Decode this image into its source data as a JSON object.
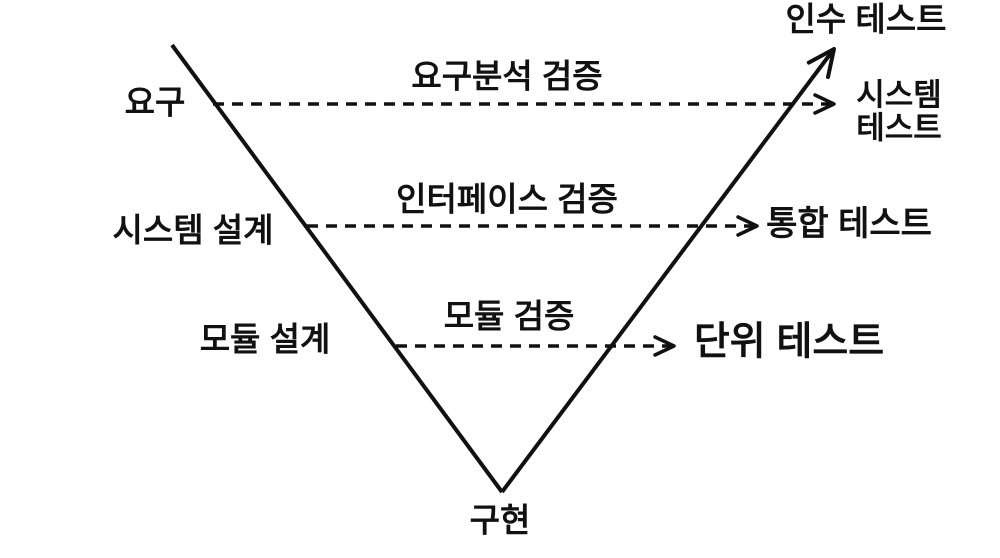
{
  "diagram": {
    "type": "v-model-testing",
    "colors": {
      "background": "#ffffff",
      "line": "#111111",
      "text": "#111111"
    },
    "left_stages": {
      "requirements": "요구",
      "system_design": "시스템 설계",
      "module_design": "모듈 설계"
    },
    "bottom_stage": {
      "implementation": "구현"
    },
    "verifications": {
      "requirements_analysis": "요구분석 검증",
      "interface": "인터페이스 검증",
      "module": "모듈 검증"
    },
    "test_stages": {
      "acceptance": "인수 테스트",
      "system_line1": "시스템",
      "system_line2": "테스트",
      "integration": "통합 테스트",
      "unit": "단위 테스트"
    }
  }
}
